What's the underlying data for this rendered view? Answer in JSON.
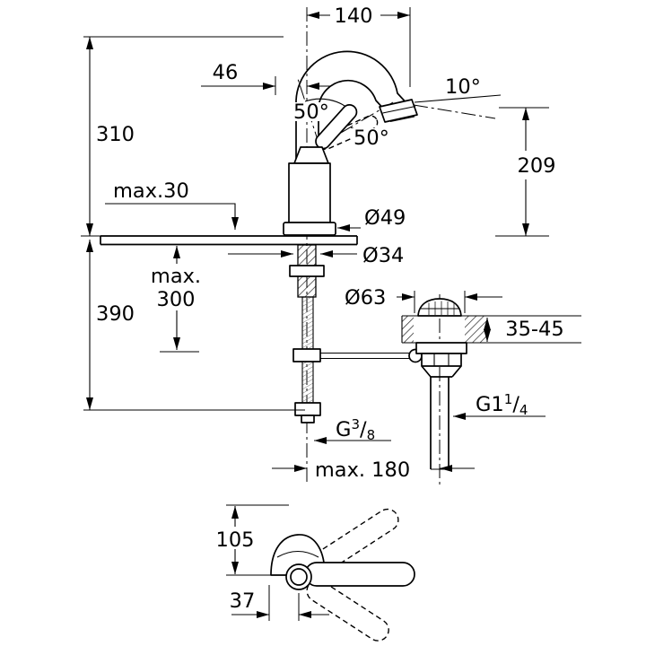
{
  "page": {
    "background": "#ffffff",
    "ink": "#000000",
    "description_labels_only": true
  },
  "labels": {
    "d140": "140",
    "d46": "46",
    "d310": "310",
    "a10": "10°",
    "a50_upper": "50°",
    "a50_lower": "50°",
    "d209": "209",
    "max30": "max.30",
    "dia49": "Ø49",
    "dia34": "Ø34",
    "max300_line1": "max.",
    "max300_line2": "300",
    "d390": "390",
    "dia63": "Ø63",
    "d3545": "35-45",
    "g114_base": "G1",
    "g114_num": "1",
    "g114_slash": "/",
    "g114_den": "4",
    "g38_base": "G",
    "g38_num": "3",
    "g38_slash": "/",
    "g38_den": "8",
    "max180": "max. 180",
    "d105": "105",
    "d37": "37"
  }
}
